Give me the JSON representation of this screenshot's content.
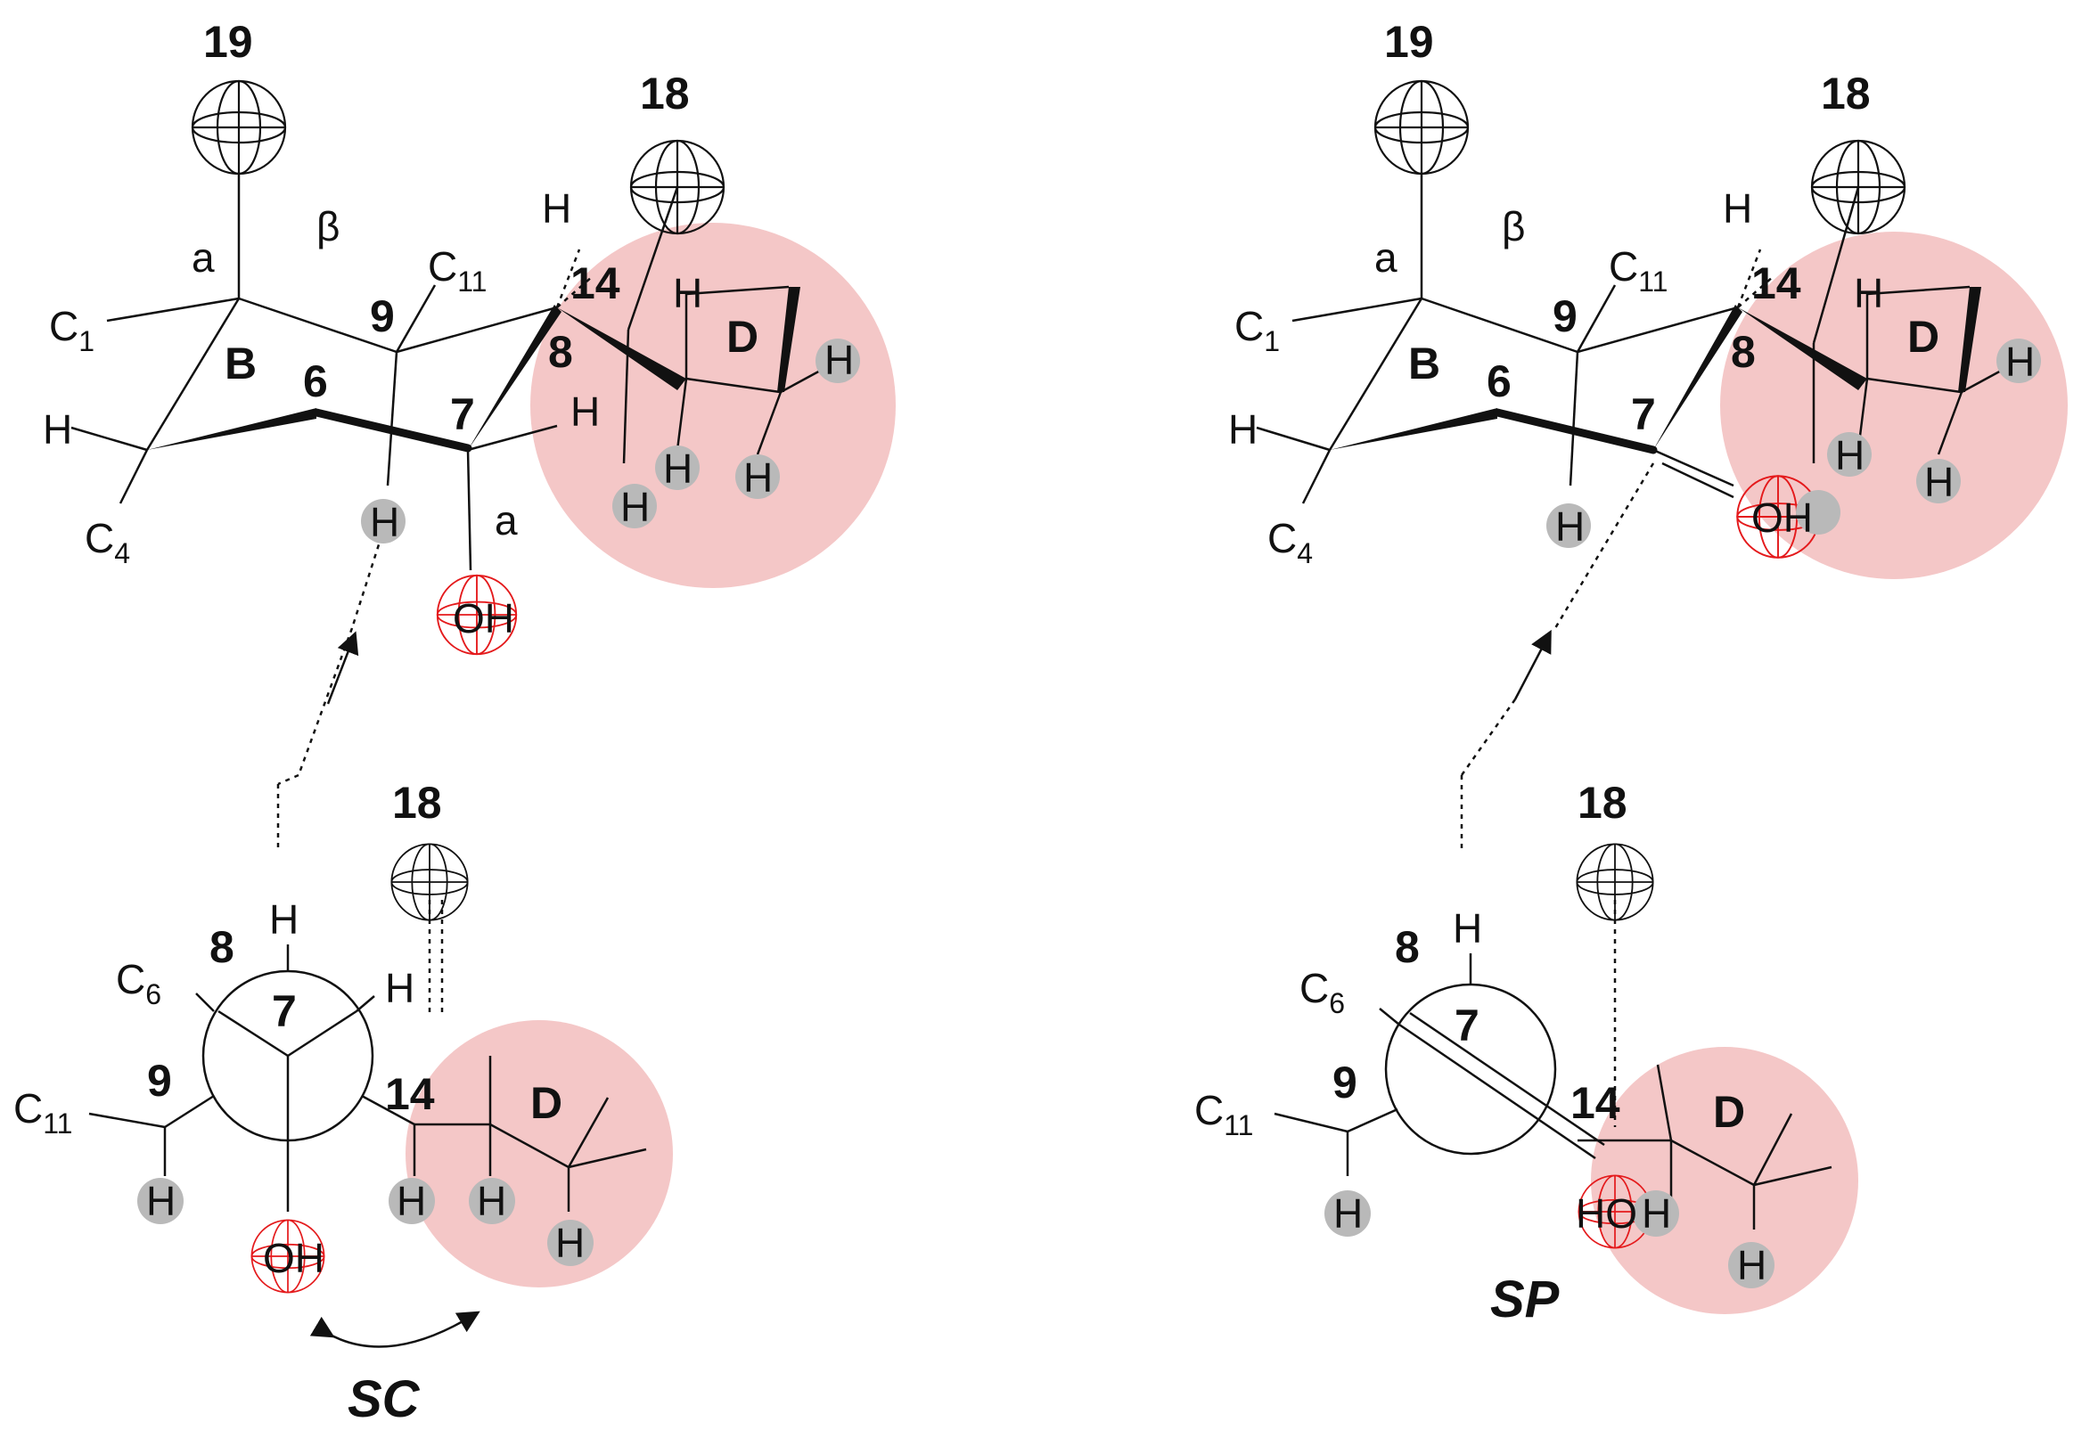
{
  "colors": {
    "highlight": "#f4c7c7",
    "hydrogen_dot": "#b9b9b9",
    "orbital_red": "#e41a1c",
    "ink": "#111111"
  },
  "left": {
    "chair": {
      "c19": "19",
      "c18": "18",
      "axial_a": "a",
      "beta": "β",
      "c1": "C",
      "c1_sub": "1",
      "c11": "C",
      "c11_sub": "11",
      "c4": "C",
      "c4_sub": "4",
      "ring_b": "B",
      "ring_d": "D",
      "n6": "6",
      "n7": "7",
      "n8": "8",
      "n9": "9",
      "n14": "14",
      "h": "H",
      "oh": "OH",
      "axial_a2": "a"
    },
    "newman": {
      "c18": "18",
      "n8": "8",
      "n7": "7",
      "n9": "9",
      "n14": "14",
      "c6": "C",
      "c6_sub": "6",
      "c11": "C",
      "c11_sub": "11",
      "ring_d": "D",
      "h": "H",
      "oh": "OH",
      "conformation": "SC"
    }
  },
  "right": {
    "chair": {
      "c19": "19",
      "c18": "18",
      "axial_a": "a",
      "beta": "β",
      "c1": "C",
      "c1_sub": "1",
      "c11": "C",
      "c11_sub": "11",
      "c4": "C",
      "c4_sub": "4",
      "ring_b": "B",
      "ring_d": "D",
      "n6": "6",
      "n7": "7",
      "n8": "8",
      "n9": "9",
      "n14": "14",
      "h": "H",
      "oh": "OH"
    },
    "newman": {
      "c18": "18",
      "n8": "8",
      "n7": "7",
      "n9": "9",
      "n14": "14",
      "c6": "C",
      "c6_sub": "6",
      "c11": "C",
      "c11_sub": "11",
      "ring_d": "D",
      "h": "H",
      "oh": "HO",
      "conformation": "SP"
    }
  }
}
